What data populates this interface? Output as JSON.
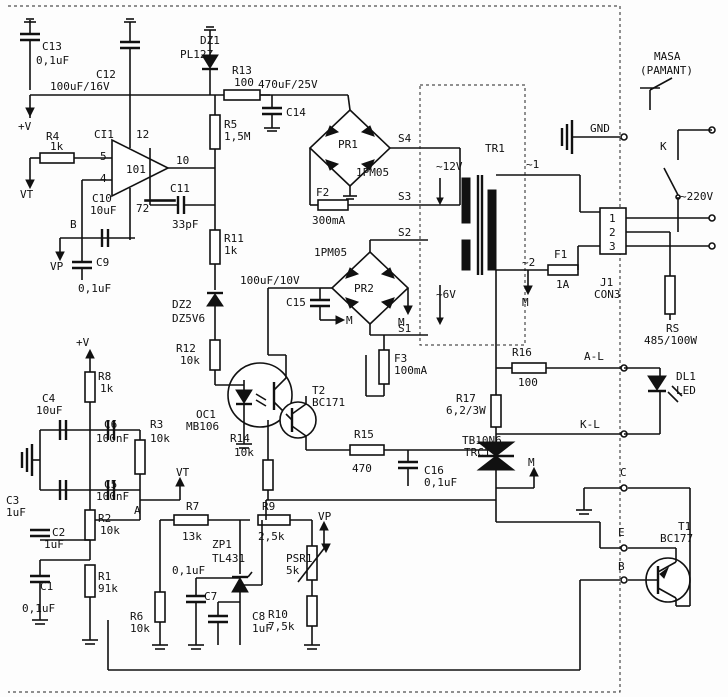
{
  "labels": {
    "c13": "C13",
    "c13v": "0,1uF",
    "c12": "C12",
    "c12v": "100uF/16V",
    "plus_v_top": "+V",
    "dz1": "DZ1",
    "dz1v": "PL12Z",
    "r13": "R13",
    "r13v": "100",
    "c14v": "470uF/25V",
    "c14": "C14",
    "r5": "R5",
    "r5v": "1,5M",
    "ci1": "CI1",
    "ci1_num": "101",
    "pin5": "5",
    "pin4": "4",
    "pin10": "10",
    "pin12": "12",
    "pin72": "72",
    "r4": "R4",
    "r4v": "1k",
    "vt_left": "VT",
    "c11": "C11",
    "c11v": "33pF",
    "b_node": "B",
    "c10": "C10",
    "c10v": "10uF",
    "vp_left": "VP",
    "c9": "C9",
    "c9v": "0,1uF",
    "r11": "R11",
    "r11v": "1k",
    "dz2": "DZ2",
    "dz2v": "DZ5V6",
    "r12": "R12",
    "r12v": "10k",
    "pr1": "PR1",
    "pr1_part": "1PM05",
    "s4": "S4",
    "s3": "S3",
    "s2": "S2",
    "s1": "S1",
    "f2": "F2",
    "f2v": "300mA",
    "pr2_part": "1PM05",
    "pr2": "PR2",
    "c15v": "100uF/10V",
    "c15": "C15",
    "tr1": "TR1",
    "v12": "~12V",
    "v6": "~6V",
    "tr_pin1": "~1",
    "tr_pin2": "~2",
    "m_tr": "M",
    "m_pr2": "M",
    "m_c15": "M",
    "m_triac": "M",
    "f1": "F1",
    "f1v": "1A",
    "j1": "J1",
    "j1v": "CON3",
    "j1_pin1": "1",
    "j1_pin2": "2",
    "j1_pin3": "3",
    "f3": "F3",
    "f3v": "100mA",
    "masa": "MASA",
    "pamant": "(PAMANT)",
    "gnd": "GND",
    "k_switch": "K",
    "v220": "~220V",
    "rs": "RS",
    "rsv": "485/100W",
    "oc1": "OC1",
    "oc1v": "MB106",
    "plus_v_mid": "+V",
    "r8": "R8",
    "r8v": "1k",
    "c4": "C4",
    "c4v": "10uF",
    "c6": "C6",
    "c6v": "100nF",
    "c5": "C5",
    "c5v": "100nF",
    "r3": "R3",
    "r3v": "10k",
    "vt_mid": "VT",
    "a_node": "A",
    "c3": "C3",
    "c3v": "1uF",
    "c2": "C2",
    "c2v": "1uF",
    "r2": "R2",
    "r2v": "10k",
    "c1": "C1",
    "c1v": "0,1uF",
    "r1": "R1",
    "r1v": "91k",
    "t2": "T2",
    "t2v": "BC171",
    "r14": "R14",
    "r14v": "10k",
    "r15": "R15",
    "r15v": "470",
    "c16": "C16",
    "c16v": "0,1uF",
    "r16": "R16",
    "r16v": "100",
    "r17": "R17",
    "r17v": "6,2/3W",
    "tb": "TB10N6",
    "trc1": "TRC1",
    "a_l": "A-L",
    "k_l": "K-L",
    "dl1": "DL1",
    "dl1v": "LED",
    "term_c": "C",
    "term_e": "E",
    "term_b": "B",
    "t1": "T1",
    "t1v": "BC177",
    "r7": "R7",
    "r7v": "13k",
    "r9": "R9",
    "r9v": "2,5k",
    "vp_mid": "VP",
    "zp1": "ZP1",
    "zp1v": "TL431",
    "psr1": "PSR1",
    "psr1v": "5k",
    "c7v": "0,1uF",
    "c7": "C7",
    "c8": "C8",
    "c8v": "1uF",
    "r6": "R6",
    "r6v": "10k",
    "r10": "R10",
    "r10v": "7,5k"
  }
}
